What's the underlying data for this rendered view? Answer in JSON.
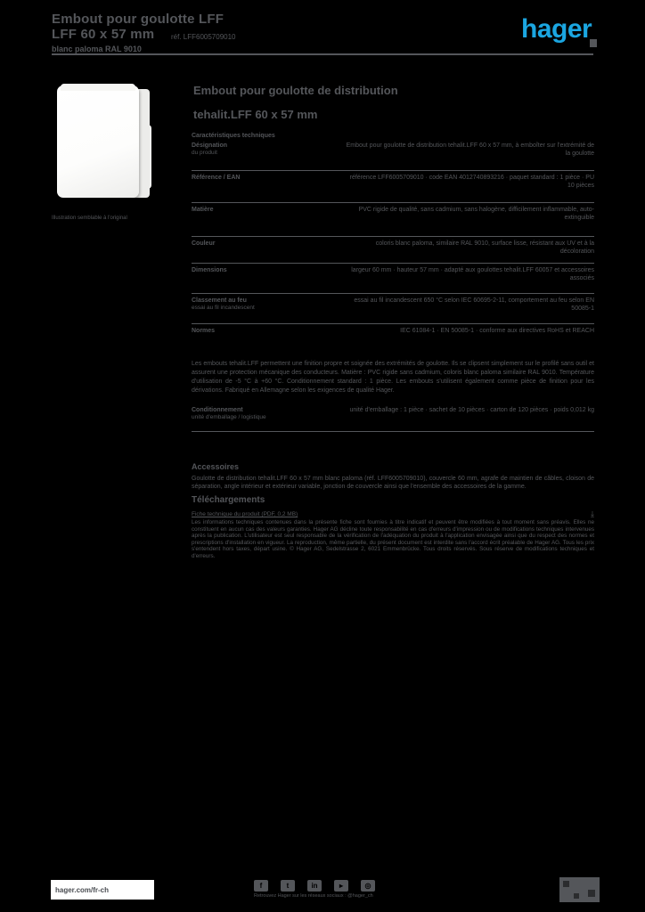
{
  "colors": {
    "background": "#000000",
    "text": "#54565A",
    "logo_blue": "#1BA6E1",
    "page_white": "#FFFFFF"
  },
  "header": {
    "title_line1": "Embout pour goulotte LFF",
    "title_line2": "LFF 60 x 57 mm",
    "subtitle": "blanc paloma RAL 9010",
    "ref": "réf. LFF6005709010",
    "logo_text": "hager"
  },
  "product": {
    "caption": "Illustration semblable à l'original"
  },
  "main": {
    "title_line1": "Embout pour goulotte de distribution",
    "title_line2": "tehalit.LFF 60 x 57 mm",
    "section_heading": "Caractéristiques techniques",
    "spec_rows": [
      {
        "label": "Désignation",
        "sub": "du produit",
        "value": "Embout pour goulotte de distribution tehalit.LFF 60 x 57 mm, à emboîter sur l'extrémité de la goulotte"
      },
      {
        "label": "Référence / EAN",
        "value": "référence LFF6005709010 · code EAN 4012740893216 · paquet standard : 1 pièce · PU 10 pièces"
      },
      {
        "label": "Matière",
        "value": "PVC rigide de qualité, sans cadmium, sans halogène, difficilement inflammable, auto-extinguible"
      },
      {
        "label": "Couleur",
        "value": "coloris blanc paloma, similaire RAL 9010, surface lisse, résistant aux UV et à la décoloration"
      },
      {
        "label": "Dimensions",
        "value": "largeur 60 mm · hauteur 57 mm · adapté aux goulottes tehalit.LFF 60057 et accessoires associés"
      },
      {
        "label": "Classement au feu",
        "sub": "essai au fil incandescent",
        "value": "essai au fil incandescent 650 °C selon IEC 60695-2-11, comportement au feu selon EN 50085-1"
      },
      {
        "label": "Normes",
        "value": "IEC 61084-1 · EN 50085-1 · conforme aux directives RoHS et REACH"
      }
    ],
    "description": "Les embouts tehalit.LFF permettent une finition propre et soignée des extrémités de goulotte. Ils se clipsent simplement sur le profilé sans outil et assurent une protection mécanique des conducteurs. Matière : PVC rigide sans cadmium, coloris blanc paloma similaire RAL 9010. Température d'utilisation de -5 °C à +60 °C. Conditionnement standard : 1 pièce. Les embouts s'utilisent également comme pièce de finition pour les dérivations. Fabriqué en Allemagne selon les exigences de qualité Hager.",
    "packaging": {
      "label": "Conditionnement",
      "sub": "unité d'emballage / logistique",
      "value": "unité d'emballage : 1 pièce · sachet de 10 pièces · carton de 120 pièces · poids 0,012 kg"
    },
    "accessories_heading": "Accessoires",
    "accessories_text": "Goulotte de distribution tehalit.LFF 60 x 57 mm blanc paloma (réf. LFF6005709010), couvercle 60 mm, agrafe de maintien de câbles, cloison de séparation, angle intérieur et extérieur variable, jonction de couvercle ainsi que l'ensemble des accessoires de la gamme.",
    "downloads_heading": "Téléchargements",
    "download_link": "Fiche technique du produit (PDF, 0,2 MB)",
    "download_icon": "⤓",
    "disclaimer": "Les informations techniques contenues dans la présente fiche sont fournies à titre indicatif et peuvent être modifiées à tout moment sans préavis. Elles ne constituent en aucun cas des valeurs garanties. Hager AG décline toute responsabilité en cas d'erreurs d'impression ou de modifications techniques intervenues après la publication. L'utilisateur est seul responsable de la vérification de l'adéquation du produit à l'application envisagée ainsi que du respect des normes et prescriptions d'installation en vigueur. La reproduction, même partielle, du présent document est interdite sans l'accord écrit préalable de Hager AG. Tous les prix s'entendent hors taxes, départ usine. © Hager AG, Sedelstrasse 2, 6021 Emmenbrücke. Tous droits réservés. Sous réserve de modifications techniques et d'erreurs."
  },
  "footer": {
    "website": "hager.com/fr-ch",
    "social": [
      {
        "name": "facebook",
        "glyph": "f"
      },
      {
        "name": "twitter",
        "glyph": "t"
      },
      {
        "name": "linkedin",
        "glyph": "in"
      },
      {
        "name": "youtube",
        "glyph": "▸"
      },
      {
        "name": "instagram",
        "glyph": "◎"
      }
    ],
    "caption": "Retrouvez Hager sur les réseaux sociaux : @hager_ch"
  }
}
